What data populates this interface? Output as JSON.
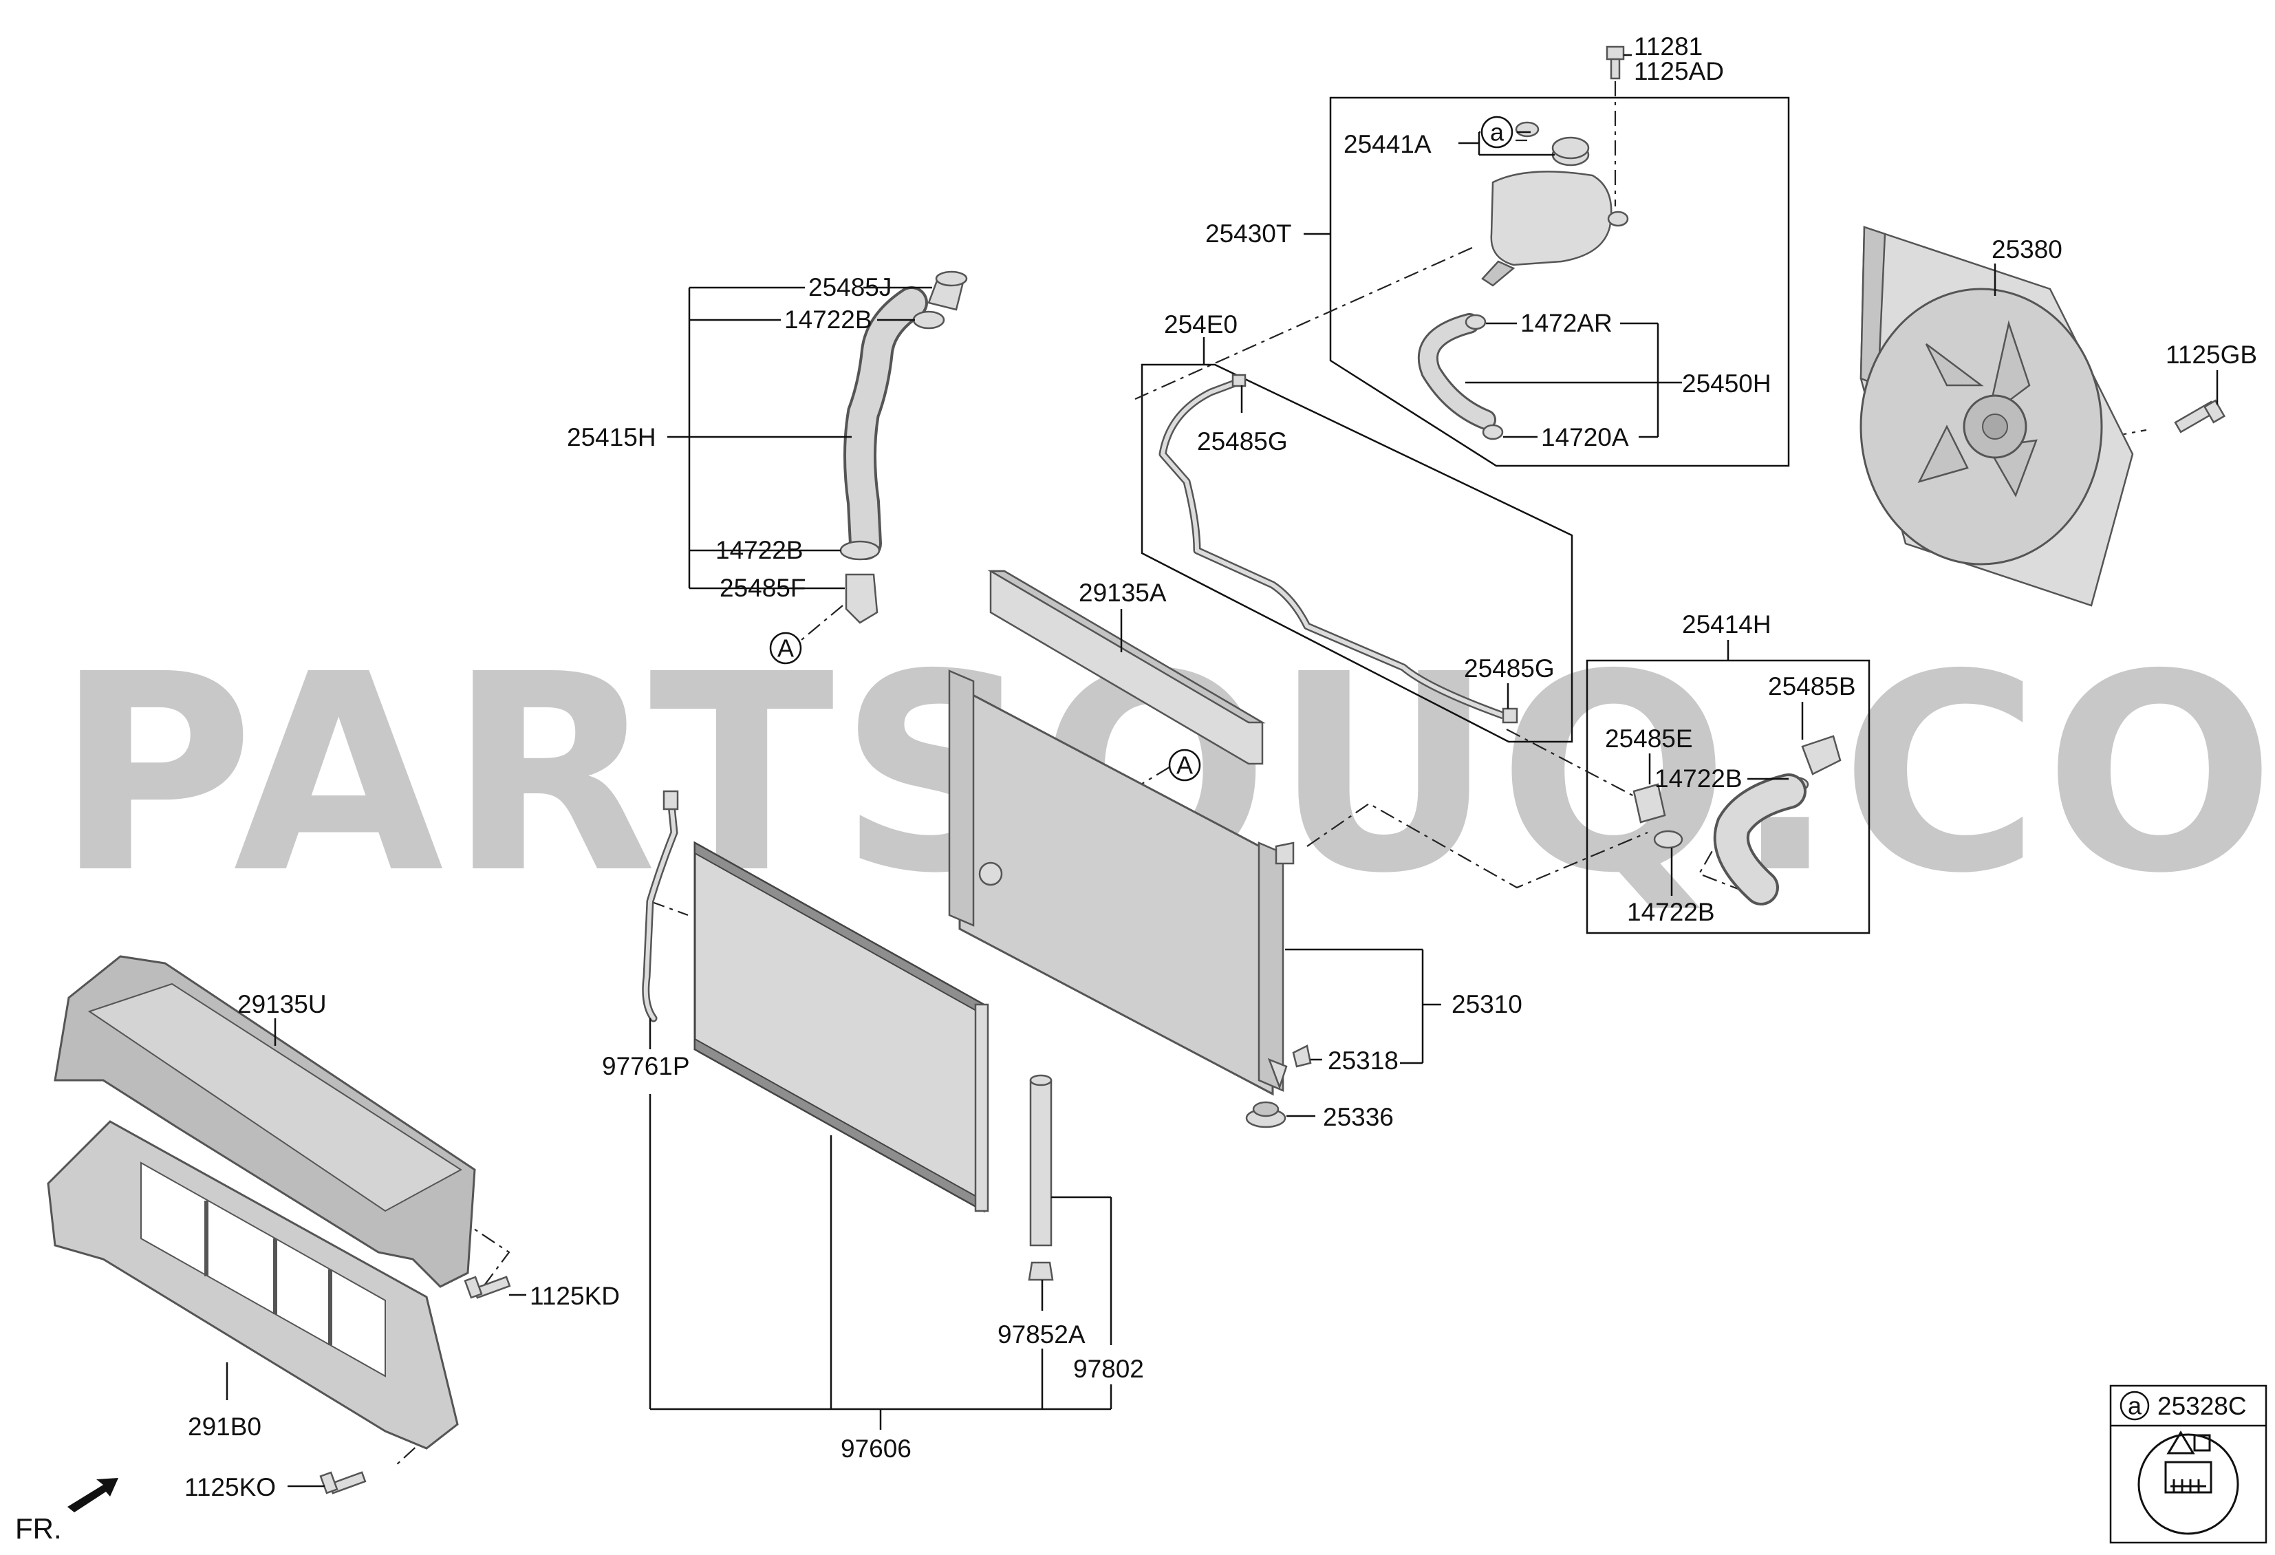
{
  "watermark": "PARTSOUQ.COM",
  "orientation_label": "FR.",
  "legend": {
    "callout": "a",
    "part_number": "25328C"
  },
  "ref_marks": [
    "A",
    "A",
    "a"
  ],
  "part_labels": {
    "p11281": "11281",
    "p1125AD": "1125AD",
    "p25441A": "25441A",
    "p25430T": "25430T",
    "p1472AR": "1472AR",
    "p25450H": "25450H",
    "p14720A": "14720A",
    "p254E0": "254E0",
    "p25485G_top": "25485G",
    "p25485G_low": "25485G",
    "p25380": "25380",
    "p1125GB": "1125GB",
    "p25485J": "25485J",
    "p14722B_top": "14722B",
    "p25415H": "25415H",
    "p14722B_mid": "14722B",
    "p25485F": "25485F",
    "p29135A": "29135A",
    "p25414H": "25414H",
    "p25485B": "25485B",
    "p25485E": "25485E",
    "p14722B_r1": "14722B",
    "p14722B_r2": "14722B",
    "p25310": "25310",
    "p25318": "25318",
    "p25336": "25336",
    "p29135U": "29135U",
    "p97761P": "97761P",
    "p1125KD": "1125KD",
    "p291B0": "291B0",
    "p97852A": "97852A",
    "p97802": "97802",
    "p97606": "97606",
    "p1125KO": "1125KO"
  }
}
